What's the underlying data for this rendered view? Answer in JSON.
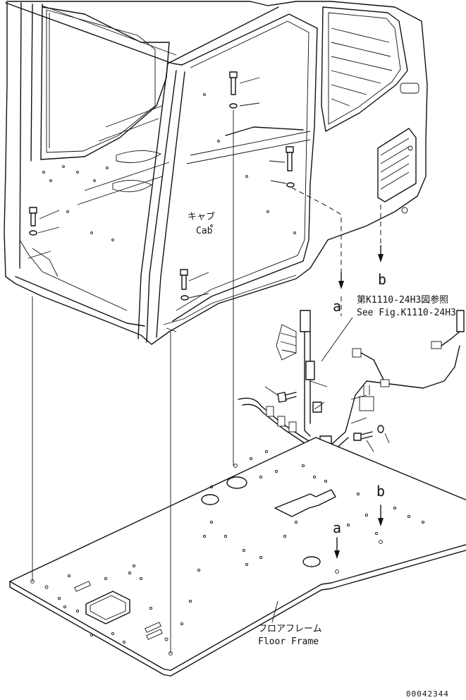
{
  "labels": {
    "cab_jp": "キャブ",
    "cab_en": "Cab",
    "ref_jp": "第K1110-24H3図参照",
    "ref_en": "See Fig.K1110-24H3",
    "floor_jp": "フロアフレーム",
    "floor_en": "Floor Frame",
    "mark_a": "a",
    "mark_b": "b",
    "drawing_number": "00042344"
  }
}
